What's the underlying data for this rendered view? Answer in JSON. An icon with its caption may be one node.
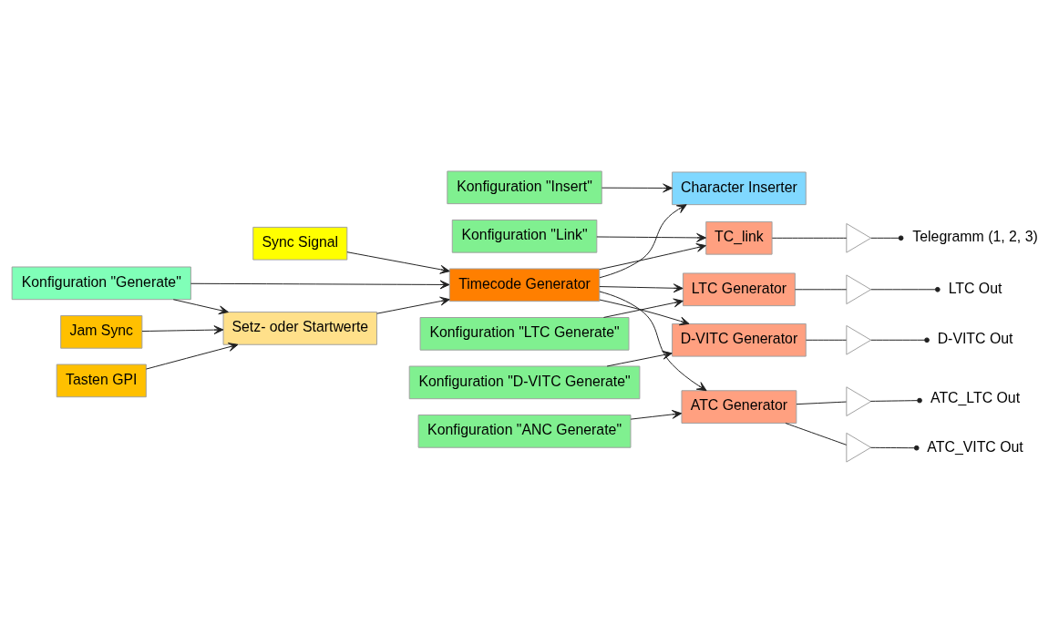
{
  "diagram": {
    "nodes": [
      {
        "text": [
          "Tasten GPI"
        ]
      },
      {
        "text": [
          "Jam Sync"
        ]
      },
      {
        "text": [
          "Setz- oder Startwerte"
        ]
      },
      {
        "text": [
          "Sync Signal"
        ]
      },
      {
        "text": [
          "Timecode Generator"
        ]
      },
      {
        "text": [
          "Konfiguration \"Generate\""
        ]
      },
      {
        "text": [
          "Konfiguration \"Insert\""
        ]
      },
      {
        "text": [
          "Character Inserter"
        ]
      },
      {
        "text": [
          "Konfiguration \"Link\""
        ]
      },
      {
        "text": [
          "TC_link"
        ]
      },
      {
        "text": [
          "Konfiguration \"LTC Generate\""
        ]
      },
      {
        "text": [
          "LTC Generator"
        ]
      },
      {
        "text": [
          "D-VITC Generator"
        ]
      },
      {
        "text": [
          "Konfiguration \"D-VITC Generate\""
        ]
      },
      {
        "text": [
          "ATC Generator"
        ]
      },
      {
        "text": [
          "Konfiguration \"ANC Generate\""
        ]
      },
      {
        "text": [],
        "shape": "triangle"
      },
      {
        "text": [
          "Telegramm (1, 2, 3)"
        ]
      },
      {
        "text": [],
        "shape": "triangle"
      },
      {
        "text": [
          "LTC Out"
        ]
      },
      {
        "text": [],
        "shape": "triangle"
      },
      {
        "text": [
          "D-VITC Out"
        ]
      },
      {
        "text": [],
        "shape": "triangle"
      },
      {
        "text": [
          "ATC_LTC Out"
        ]
      },
      {
        "text": [],
        "shape": "triangle"
      },
      {
        "text": [
          "ATC_VITC Out"
        ]
      }
    ],
    "edges": [
      {
        "from": 0,
        "to": 2,
        "arrow": "to"
      },
      {
        "from": 1,
        "to": 2,
        "arrow": "to"
      },
      {
        "from": 2,
        "to": 4,
        "arrow": "to"
      },
      {
        "from": 3,
        "to": 4,
        "arrow": "to"
      },
      {
        "from": 5,
        "to": 4,
        "arrow": "to"
      },
      {
        "from": 5,
        "to": 2,
        "arrow": "to"
      },
      {
        "from": 4,
        "to": 7,
        "arrow": "to"
      },
      {
        "from": 6,
        "to": 7,
        "arrow": "to"
      },
      {
        "from": 4,
        "to": 9,
        "arrow": "to"
      },
      {
        "from": 8,
        "to": 9,
        "arrow": "to"
      },
      {
        "from": 4,
        "to": 11,
        "arrow": "to"
      },
      {
        "from": 10,
        "to": 11,
        "arrow": "to"
      },
      {
        "from": 4,
        "to": 12,
        "arrow": "to"
      },
      {
        "from": 13,
        "to": 12,
        "arrow": "to"
      },
      {
        "from": 4,
        "to": 14,
        "arrow": "to"
      },
      {
        "from": 15,
        "to": 14,
        "arrow": "to"
      },
      {
        "from": 9,
        "to": 16,
        "arrow": "none"
      },
      {
        "from": 16,
        "to": 17,
        "arrow": "other"
      },
      {
        "from": 11,
        "to": 18,
        "arrow": "none"
      },
      {
        "from": 18,
        "to": 19,
        "arrow": "other"
      },
      {
        "from": 12,
        "to": 20,
        "arrow": "none"
      },
      {
        "from": 20,
        "to": 21,
        "arrow": "other"
      },
      {
        "from": 14,
        "to": 22,
        "arrow": "none"
      },
      {
        "from": 22,
        "to": 23,
        "arrow": "other"
      },
      {
        "from": 14,
        "to": 24,
        "arrow": "none"
      },
      {
        "from": 24,
        "to": 25,
        "arrow": "other"
      }
    ]
  }
}
